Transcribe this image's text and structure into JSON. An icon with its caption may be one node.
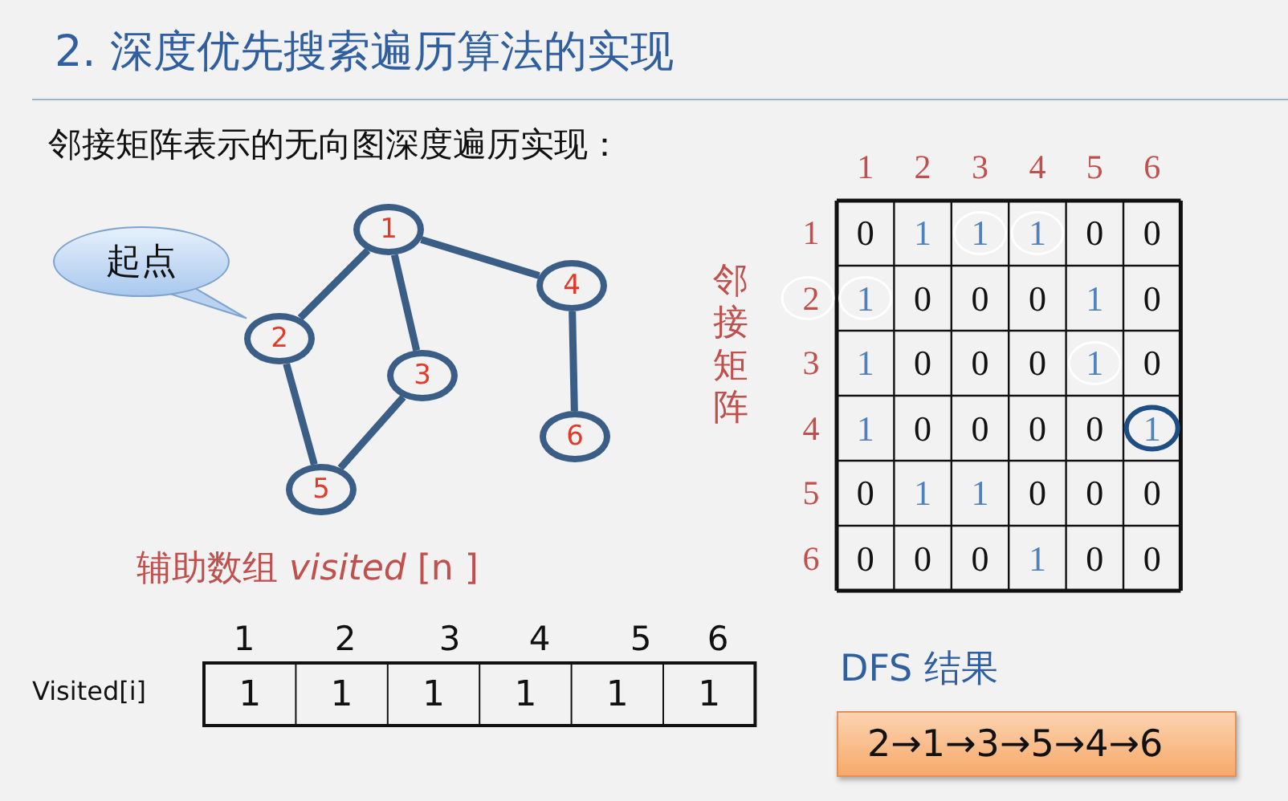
{
  "diagram": {
    "title": "2. 深度优先搜索遍历算法的实现",
    "nodes": [
      {
        "text": [
          "起点"
        ]
      },
      {
        "text": [
          "1"
        ]
      },
      {
        "text": [
          "2"
        ]
      },
      {
        "text": [
          "3"
        ]
      },
      {
        "text": [
          "4"
        ]
      },
      {
        "text": [
          "5"
        ]
      },
      {
        "text": [
          "6"
        ]
      },
      {
        "text": [
          "2→1→3→5→4→6"
        ]
      }
    ],
    "edges": [
      {
        "from": 0,
        "to": 2,
        "arrow": "none"
      },
      {
        "from": 1,
        "to": 2,
        "arrow": "none"
      },
      {
        "from": 1,
        "to": 3,
        "arrow": "none"
      },
      {
        "from": 1,
        "to": 4,
        "arrow": "none"
      },
      {
        "from": 2,
        "to": 5,
        "arrow": "none"
      },
      {
        "from": 3,
        "to": 5,
        "arrow": "none"
      },
      {
        "from": 4,
        "to": 6,
        "arrow": "none"
      }
    ],
    "labels": [
      "邻接矩阵表示的无向图深度遍历实现：",
      "1",
      "2",
      "3",
      "4",
      "5",
      "6",
      "1",
      "0",
      "1",
      "1",
      "1",
      "0",
      "0",
      "2",
      "1",
      "0",
      "0",
      "0",
      "1",
      "0",
      "3",
      "1",
      "0",
      "0",
      "0",
      "1",
      "0",
      "4",
      "1",
      "0",
      "0",
      "0",
      "0",
      "1",
      "5",
      "0",
      "1",
      "1",
      "0",
      "0",
      "0",
      "6",
      "0",
      "0",
      "0",
      "1",
      "0",
      "0",
      "邻接矩阵",
      "辅助数组 *visited* [n ]",
      "1",
      "2",
      "3",
      "4",
      "5",
      "6",
      "Visited[i]",
      "1",
      "1",
      "1",
      "1",
      "1",
      "1",
      "DFS 结果"
    ]
  }
}
